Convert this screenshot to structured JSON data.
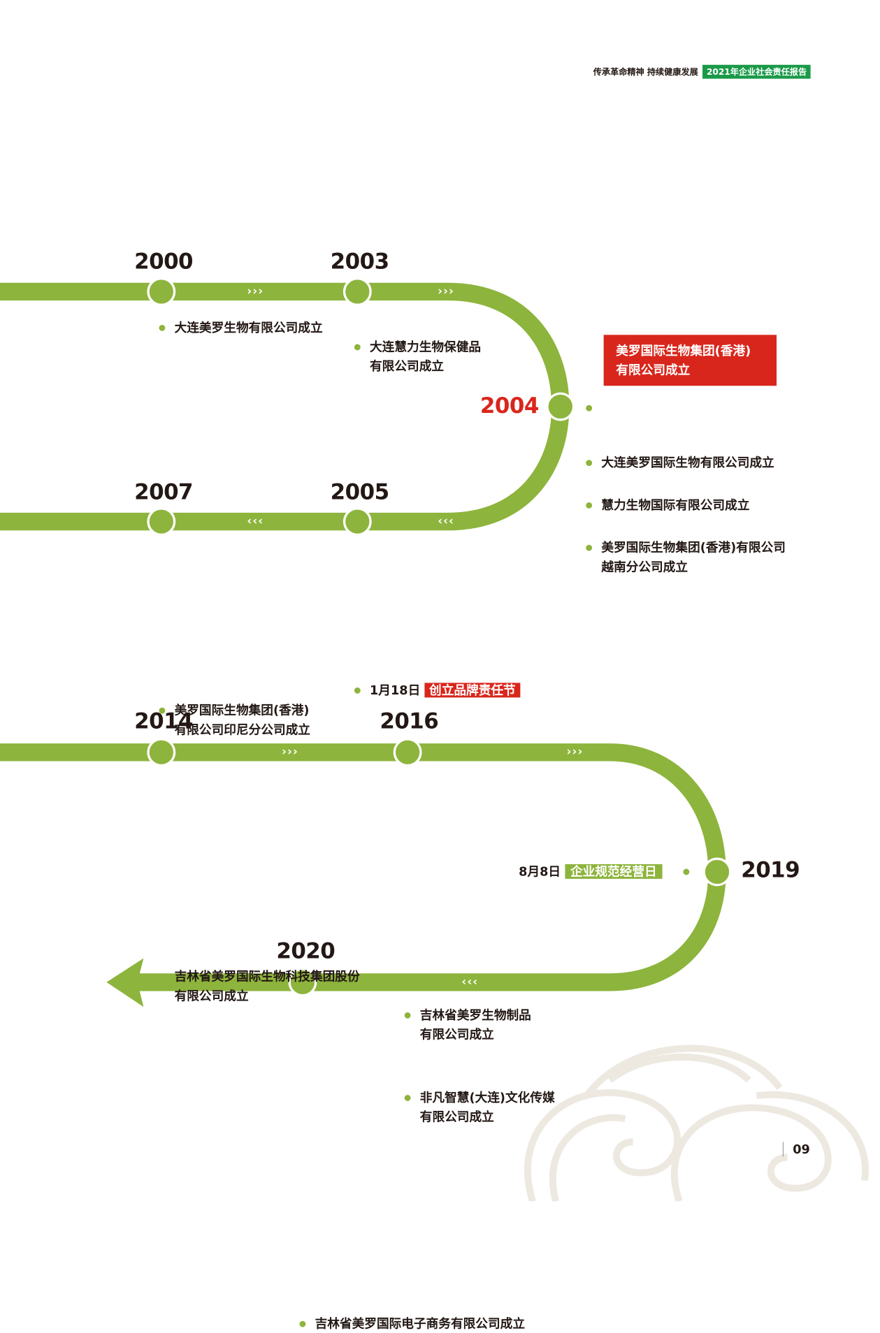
{
  "header": {
    "slogan": "传承革命精神 持续健康发展",
    "report_tag": "2021年企业社会责任报告"
  },
  "colors": {
    "track": "#8db43c",
    "accent_red": "#d9261c",
    "header_green": "#1a9a48"
  },
  "chevron_right": "›››",
  "chevron_left": "‹‹‹",
  "timeline": {
    "y2000": {
      "year": "2000",
      "items": [
        "大连美罗生物有限公司成立"
      ]
    },
    "y2003": {
      "year": "2003",
      "line1": "大连慧力生物保健品",
      "line2": "有限公司成立"
    },
    "y2004": {
      "year": "2004",
      "highlight1": "美罗国际生物集团(香港)",
      "highlight2": "有限公司成立",
      "items": [
        "大连美罗国际生物有限公司成立",
        "慧力生物国际有限公司成立"
      ],
      "item3_line1": "美罗国际生物集团(香港)有限公司",
      "item3_line2": "越南分公司成立"
    },
    "y2005": {
      "year": "2005",
      "date": "1月18日",
      "tag": "创立品牌责任节"
    },
    "y2007": {
      "year": "2007",
      "line1": "美罗国际生物集团(香港)",
      "line2": "有限公司印尼分公司成立"
    },
    "y2014": {
      "year": "2014",
      "line1": "吉林省美罗国际生物科技集团股份",
      "line2": "有限公司成立"
    },
    "y2016": {
      "year": "2016",
      "a1": "吉林省美罗生物制品",
      "a2": "有限公司成立",
      "b1": "非凡智慧(大连)文化传媒",
      "b2": "有限公司成立"
    },
    "y2019": {
      "year": "2019",
      "date": "8月8日",
      "tag": "企业规范经营日"
    },
    "y2020": {
      "year": "2020",
      "items": [
        "吉林省美罗国际电子商务有限公司成立"
      ]
    }
  },
  "page_number": "09"
}
